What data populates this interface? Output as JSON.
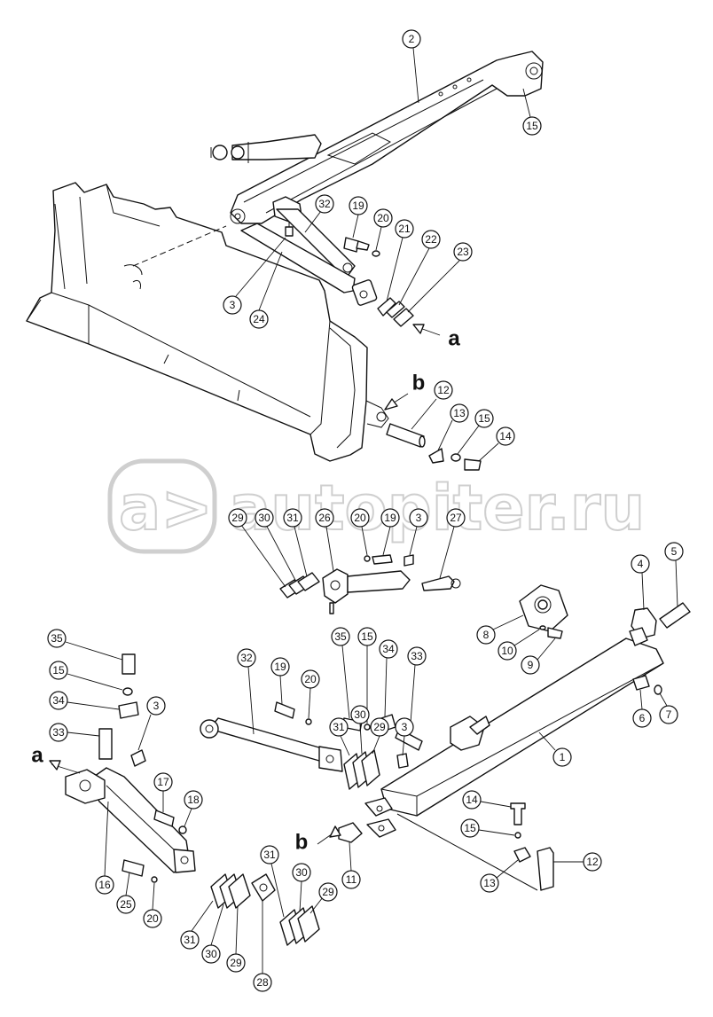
{
  "watermark": {
    "text": "autopiter.ru"
  },
  "reference_letters": {
    "a_upper": "a",
    "b_upper": "b",
    "a_lower": "a",
    "b_lower": "b"
  },
  "callouts": {
    "c2": "2",
    "c15a": "15",
    "c32a": "32",
    "c19a": "19",
    "c20a": "20",
    "c21": "21",
    "c22": "22",
    "c23": "23",
    "c3a": "3",
    "c24": "24",
    "c12a": "12",
    "c13a": "13",
    "c15b": "15",
    "c14a": "14",
    "c29a": "29",
    "c30a": "30",
    "c31a": "31",
    "c26": "26",
    "c20b": "20",
    "c19b": "19",
    "c3b": "3",
    "c27": "27",
    "c4": "4",
    "c5": "5",
    "c8": "8",
    "c10": "10",
    "c9": "9",
    "c6": "6",
    "c7": "7",
    "c1": "1",
    "c35a": "35",
    "c15c": "15",
    "c34a": "34",
    "c3c": "3",
    "c33a": "33",
    "c32b": "32",
    "c19c": "19",
    "c20c": "20",
    "c35b": "35",
    "c15d": "15",
    "c34b": "34",
    "c33b": "33",
    "c31b": "31",
    "c30b": "30",
    "c29b": "29",
    "c3d": "3",
    "c17": "17",
    "c18": "18",
    "c16": "16",
    "c25": "25",
    "c20d": "20",
    "c14b": "14",
    "c15e": "15",
    "c12b": "12",
    "c13b": "13",
    "c11": "11",
    "c31c": "31",
    "c30c": "30",
    "c29c": "29",
    "c28": "28",
    "c31d": "31",
    "c30d": "30",
    "c29d": "29"
  }
}
